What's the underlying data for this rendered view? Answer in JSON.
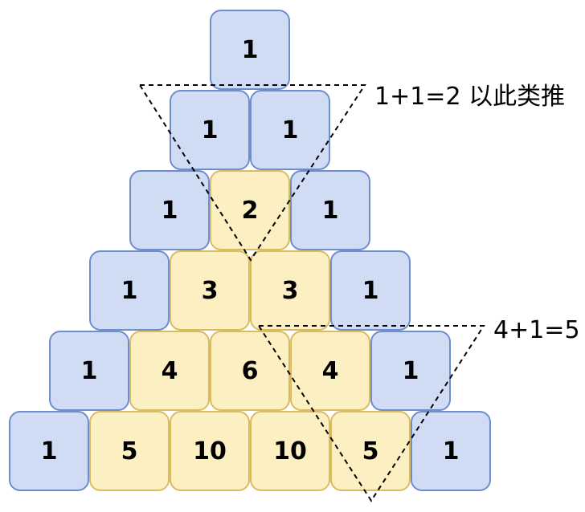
{
  "triangle": {
    "rows": [
      [
        "1"
      ],
      [
        "1",
        "1"
      ],
      [
        "1",
        "2",
        "1"
      ],
      [
        "1",
        "3",
        "3",
        "1"
      ],
      [
        "1",
        "4",
        "6",
        "4",
        "1"
      ],
      [
        "1",
        "5",
        "10",
        "10",
        "5",
        "1"
      ]
    ]
  },
  "annotations": {
    "example_one": "1+1=2 以此类推",
    "example_two": "4+1=5"
  },
  "colors": {
    "edge_fill": "#d0dcf4",
    "edge_border": "#6f8ccc",
    "inner_fill": "#fcefc1",
    "inner_border": "#d9bb62"
  }
}
